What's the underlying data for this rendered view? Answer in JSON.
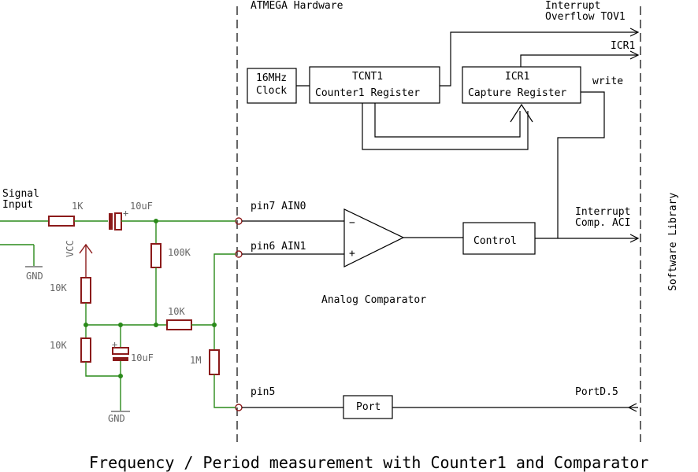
{
  "sections": {
    "hardware": "ATMEGA Hardware",
    "software": "Software  Library"
  },
  "blocks": {
    "clock_line1": "16MHz",
    "clock_line2": "Clock",
    "tcnt1_line1": "TCNT1",
    "tcnt1_line2": "Counter1 Register",
    "icr1_line1": "ICR1",
    "icr1_line2": "Capture Register",
    "control": "Control",
    "port": "Port",
    "comparator": "Analog Comparator",
    "minus": "−",
    "plus": "+"
  },
  "signals": {
    "interrupt_tov1_line1": "Interrupt",
    "interrupt_tov1_line2": "Overflow TOV1",
    "icr1_out": "ICR1",
    "write": "write",
    "interrupt_aci_line1": "Interrupt",
    "interrupt_aci_line2": "Comp. ACI",
    "portd5": "PortD.5"
  },
  "pins": {
    "pin7": "pin7 AIN0",
    "pin6": "pin6 AIN1",
    "pin5": "pin5"
  },
  "circuit": {
    "signal_input_line1": "Signal",
    "signal_input_line2": "Input",
    "r_1k": "1K",
    "c_10uf_top": "10uF",
    "r_100k": "100K",
    "vcc": "VCC",
    "gnd_top": "GND",
    "r_10k_upper": "10K",
    "r_10k_lower": "10K",
    "r_10k_horizontal": "10K",
    "c_10uf_bottom": "10uF",
    "r_1m": "1M",
    "gnd_bottom": "GND",
    "cap_plus": "+"
  },
  "caption": "Frequency / Period measurement with Counter1 and Comparator"
}
